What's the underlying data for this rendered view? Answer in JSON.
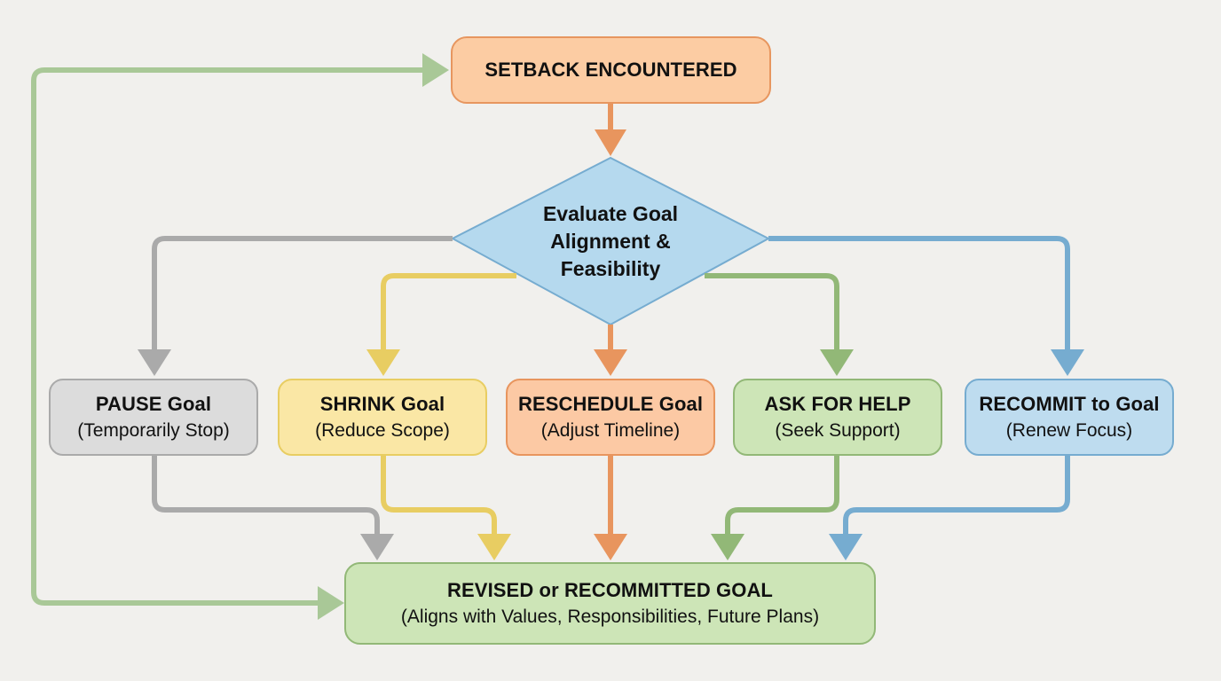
{
  "diagram": {
    "start": {
      "title": "SETBACK ENCOUNTERED"
    },
    "decision": {
      "lines": [
        "Evaluate Goal",
        "Alignment &",
        "Feasibility"
      ]
    },
    "options": [
      {
        "title": "PAUSE Goal",
        "subtitle": "(Temporarily Stop)",
        "color": "#aaaaaa"
      },
      {
        "title": "SHRINK Goal",
        "subtitle": "(Reduce Scope)",
        "color": "#e8cd62"
      },
      {
        "title": "RESCHEDULE Goal",
        "subtitle": "(Adjust Timeline)",
        "color": "#e8955e"
      },
      {
        "title": "ASK FOR HELP",
        "subtitle": "(Seek Support)",
        "color": "#92b877"
      },
      {
        "title": "RECOMMIT to Goal",
        "subtitle": "(Renew Focus)",
        "color": "#76acd0"
      }
    ],
    "result": {
      "title": "REVISED or RECOMMITTED GOAL",
      "subtitle": "(Aligns with Values, Responsibilities, Future Plans)"
    },
    "colors": {
      "background": "#f1f0ed",
      "start": "#fccca3",
      "decision": "#b5d9ee",
      "loop": "#a9c897"
    }
  }
}
